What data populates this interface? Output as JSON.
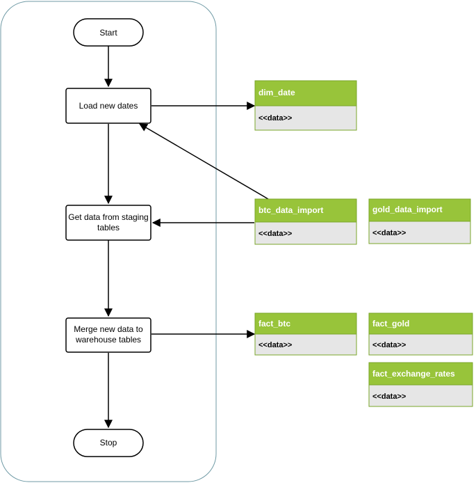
{
  "flow": {
    "start": "Start",
    "load_new_dates": "Load new dates",
    "get_data_line1": "Get data from staging",
    "get_data_line2": "tables",
    "merge_line1": "Merge new data to",
    "merge_line2": "warehouse tables",
    "stop": "Stop"
  },
  "tables": {
    "dim_date": {
      "title": "dim_date",
      "body": "<<data>>"
    },
    "btc_data_import": {
      "title": "btc_data_import",
      "body": "<<data>>"
    },
    "gold_data_import": {
      "title": "gold_data_import",
      "body": "<<data>>"
    },
    "fact_btc": {
      "title": "fact_btc",
      "body": "<<data>>"
    },
    "fact_gold": {
      "title": "fact_gold",
      "body": "<<data>>"
    },
    "fact_exchange_rates": {
      "title": "fact_exchange_rates",
      "body": "<<data>>"
    }
  },
  "colors": {
    "header_fill": "#98c43a",
    "header_stroke": "#7aa62a",
    "body_fill": "#e6e6e6",
    "swimlane_stroke": "#6f9aa5",
    "line": "#000000"
  }
}
